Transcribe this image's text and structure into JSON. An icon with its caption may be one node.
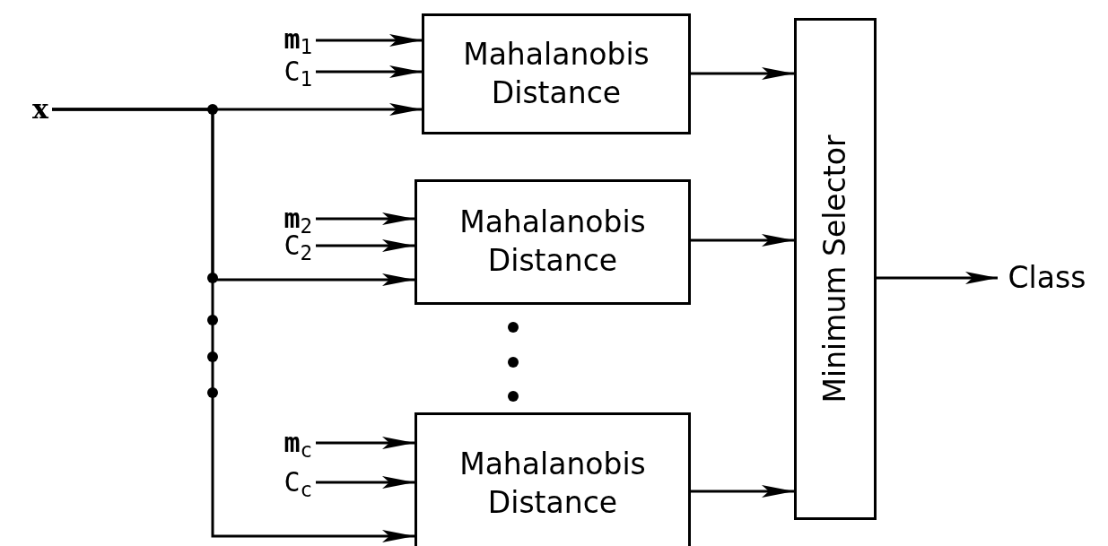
{
  "diagram": {
    "nodes": [
      {
        "text": [
          "x"
        ]
      },
      {
        "text": [
          "**m**$_{1}$"
        ]
      },
      {
        "text": [
          "C$_{1}$"
        ]
      },
      {
        "text": [
          "Mahalanobis Distance"
        ]
      },
      {
        "text": [
          "**m**$_{2}$"
        ]
      },
      {
        "text": [
          "C$_{2}$"
        ]
      },
      {
        "text": [
          "Mahalanobis Distance"
        ]
      },
      {
        "text": [
          "**m**$_{c}$"
        ]
      },
      {
        "text": [
          "C$_{c}$"
        ]
      },
      {
        "text": [
          "Mahalanobis Distance"
        ]
      },
      {
        "text": [
          "Minimum Selector"
        ]
      },
      {
        "text": [
          "Class"
        ]
      }
    ],
    "edges": [
      {
        "from": 1,
        "to": 3,
        "arrow": "to"
      },
      {
        "from": 2,
        "to": 3,
        "arrow": "to"
      },
      {
        "from": 0,
        "to": 3,
        "arrow": "to"
      },
      {
        "from": 0,
        "to": 6,
        "arrow": "to"
      },
      {
        "from": 0,
        "to": 9,
        "arrow": "to"
      },
      {
        "from": 4,
        "to": 6,
        "arrow": "to"
      },
      {
        "from": 5,
        "to": 6,
        "arrow": "to"
      },
      {
        "from": 7,
        "to": 9,
        "arrow": "to"
      },
      {
        "from": 8,
        "to": 9,
        "arrow": "to"
      },
      {
        "from": 3,
        "to": 10,
        "arrow": "to"
      },
      {
        "from": 6,
        "to": 10,
        "arrow": "to"
      },
      {
        "from": 9,
        "to": 10,
        "arrow": "to"
      },
      {
        "from": 10,
        "to": 11,
        "arrow": "to"
      }
    ]
  }
}
